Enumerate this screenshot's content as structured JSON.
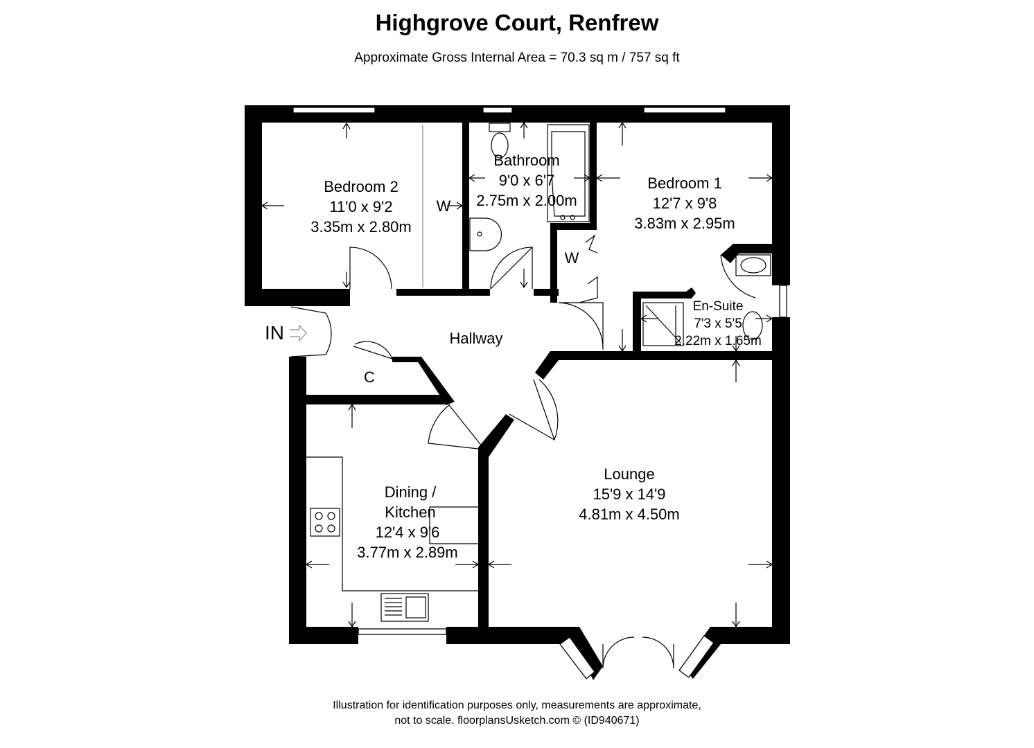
{
  "header": {
    "title": "Highgrove Court, Renfrew",
    "area": "Approximate Gross Internal Area = 70.3 sq m / 757 sq ft"
  },
  "rooms": {
    "bedroom2": {
      "name": "Bedroom 2",
      "imperial": "11'0 x 9'2",
      "metric": "3.35m x 2.80m"
    },
    "bathroom": {
      "name": "Bathroom",
      "imperial": "9'0 x 6'7",
      "metric": "2.75m x 2.00m"
    },
    "bedroom1": {
      "name": "Bedroom 1",
      "imperial": "12'7 x 9'8",
      "metric": "3.83m x 2.95m"
    },
    "ensuite": {
      "name": "En-Suite",
      "imperial": "7'3 x 5'5",
      "metric": "2.22m x 1.65m"
    },
    "hallway": {
      "name": "Hallway"
    },
    "lounge": {
      "name": "Lounge",
      "imperial": "15'9 x 14'9",
      "metric": "4.81m x 4.50m"
    },
    "kitchen": {
      "name_line1": "Dining /",
      "name_line2": "Kitchen",
      "imperial": "12'4 x 9'6",
      "metric": "3.77m x 2.89m"
    }
  },
  "markers": {
    "wardrobe_bed2": "W",
    "wardrobe_bed1": "W",
    "cupboard": "C",
    "entrance": "IN"
  },
  "footer": {
    "line1": "Illustration for identification purposes only, measurements are approximate,",
    "line2": "not to scale. floorplansUsketch.com © (ID940671)"
  }
}
